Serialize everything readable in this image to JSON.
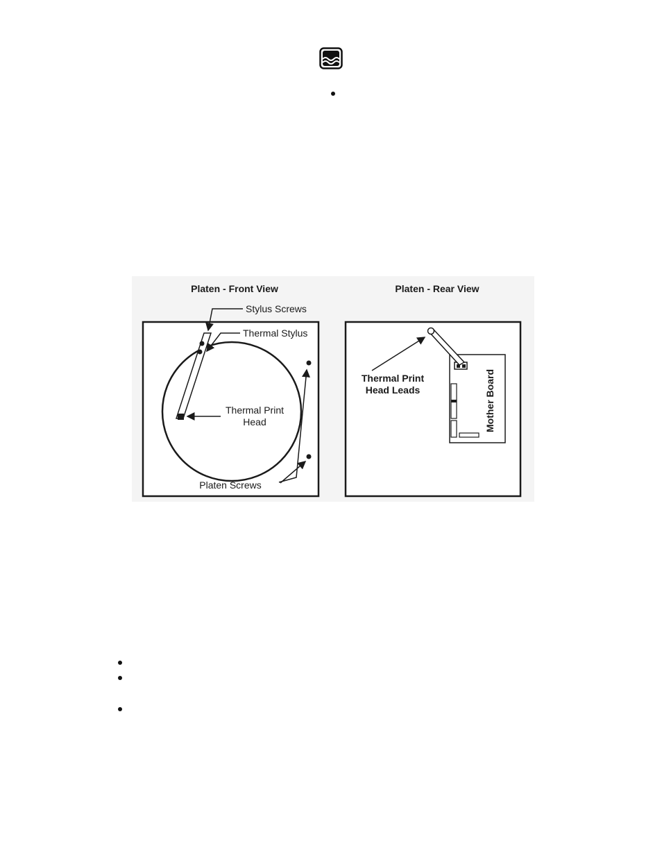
{
  "logo": {
    "icon": "wave-logo-icon"
  },
  "figure": {
    "front_view": {
      "title": "Platen - Front View",
      "labels": {
        "stylus_screws": "Stylus Screws",
        "thermal_stylus": "Thermal Stylus",
        "thermal_print_line1": "Thermal Print",
        "thermal_print_line2": "Head",
        "platen_screws": "Platen Screws"
      }
    },
    "rear_view": {
      "title": "Platen - Rear View",
      "labels": {
        "leads_line1": "Thermal Print",
        "leads_line2": "Head Leads",
        "mother_board": "Mother Board"
      }
    }
  },
  "colors": {
    "ink": "#1a1a1a",
    "figure_background": "#f4f4f4"
  }
}
